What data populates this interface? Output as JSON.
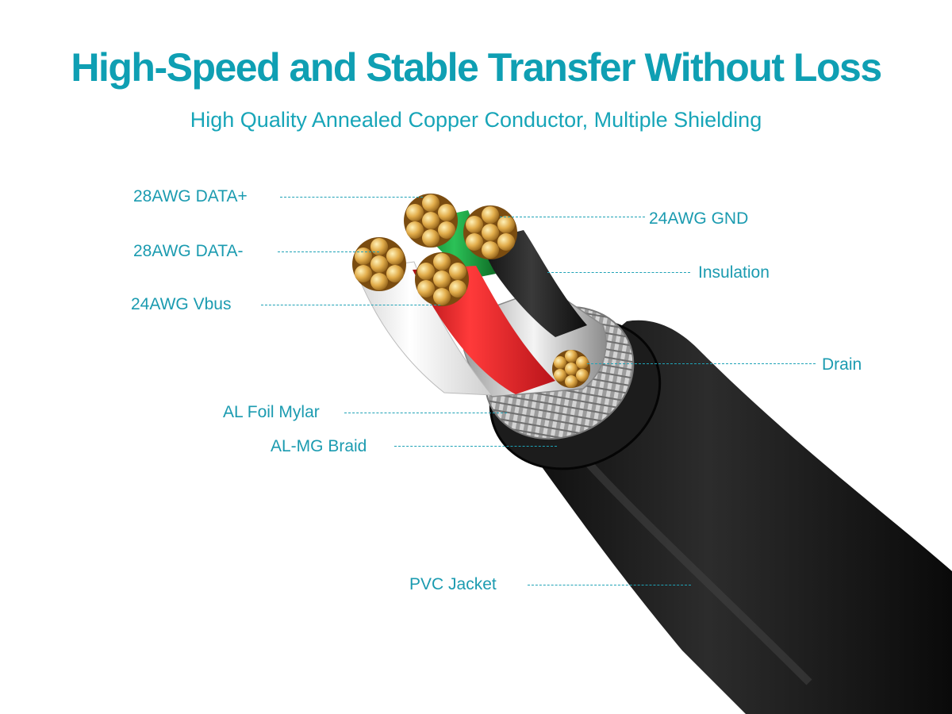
{
  "title": "High-Speed and Stable Transfer Without Loss",
  "subtitle": "High Quality Annealed Copper Conductor, Multiple Shielding",
  "colors": {
    "accent": "#0f9fb3",
    "jacket": "#1a1a1a",
    "wire_red": "#e01e24",
    "wire_white": "#f2f2f2",
    "wire_green": "#1e9a3c",
    "wire_black": "#151515",
    "copper": "#d9a441"
  },
  "labels": {
    "data_plus": "28AWG DATA+",
    "data_minus": "28AWG DATA-",
    "vbus": "24AWG Vbus",
    "gnd": "24AWG GND",
    "insulation": "Insulation",
    "drain": "Drain",
    "foil": "AL Foil Mylar",
    "braid": "AL-MG Braid",
    "jacket": "PVC Jacket"
  }
}
